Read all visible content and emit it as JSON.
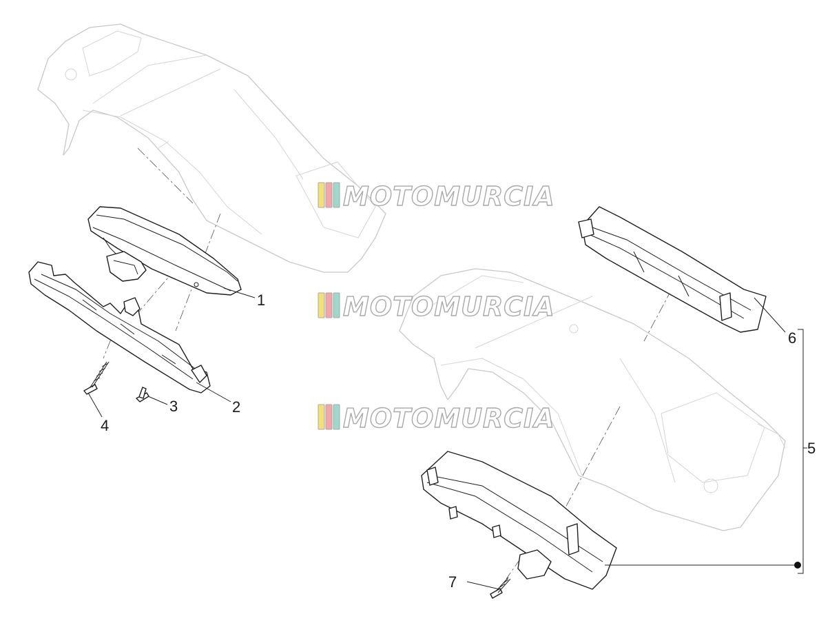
{
  "watermark": {
    "text": "MOTOMURCIA",
    "stripe_colors": [
      "#f2e07a",
      "#f4a6a6",
      "#9fd8c8"
    ]
  },
  "callouts": {
    "c1": "1",
    "c2": "2",
    "c3": "3",
    "c4": "4",
    "c5": "5",
    "c6": "6",
    "c7": "7"
  }
}
